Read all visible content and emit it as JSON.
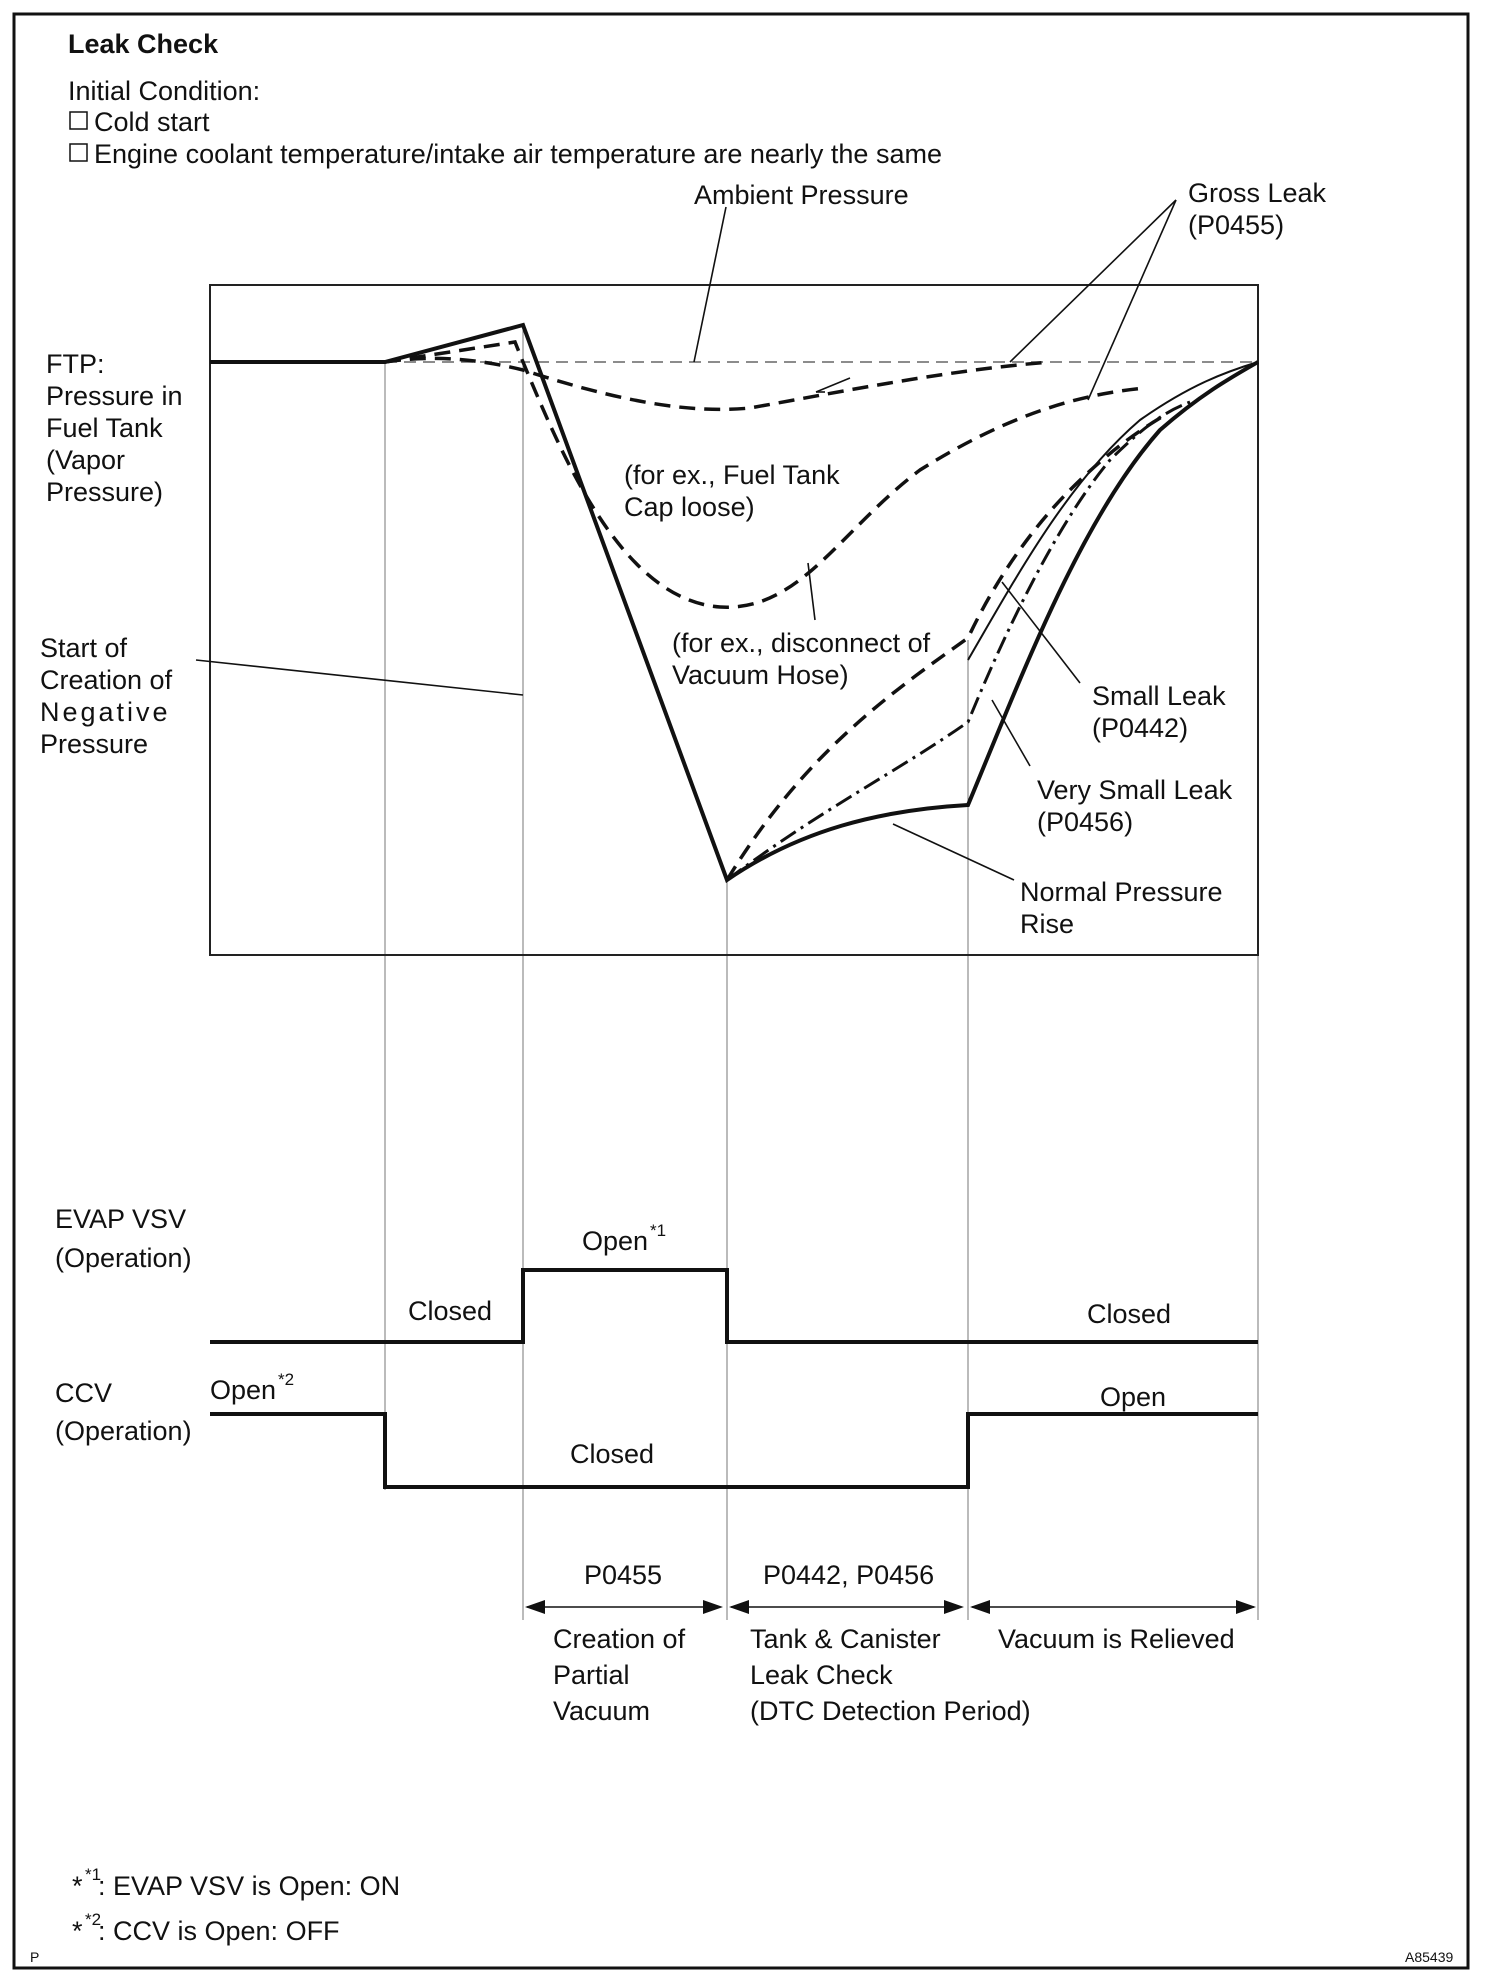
{
  "title": "Leak Check",
  "initial_condition": {
    "heading": "Initial Condition:",
    "items": [
      "Cold start",
      "Engine coolant temperature/intake air temperature are nearly the same"
    ]
  },
  "ftp_label": [
    "FTP:",
    "Pressure  in",
    "Fuel Tank",
    "(Vapor",
    "Pressure)"
  ],
  "callouts": {
    "ambient_pressure": "Ambient Pressure",
    "gross_leak": [
      "Gross Leak",
      "(P0455)"
    ],
    "fuel_tank_cap": [
      "(for ex., Fuel Tank",
      "Cap loose)"
    ],
    "vacuum_hose": [
      "(for ex., disconnect of",
      "Vacuum Hose)"
    ],
    "start_negative": [
      "Start of",
      "Creation of",
      "Negative",
      "Pressure"
    ],
    "small_leak": [
      "Small Leak",
      "(P0442)"
    ],
    "very_small_leak": [
      "Very Small Leak",
      "(P0456)"
    ],
    "normal_rise": [
      "Normal Pressure",
      "Rise"
    ]
  },
  "evap_vsv": {
    "label": [
      "EVAP VSV",
      "(Operation)"
    ],
    "closed_left": "Closed",
    "open": "Open",
    "open_note_mark": "*1",
    "closed_right": "Closed"
  },
  "ccv": {
    "label": [
      "CCV",
      "(Operation)"
    ],
    "open_left": "Open",
    "open_note_mark": "*2",
    "closed": "Closed",
    "open_right": "Open"
  },
  "periods": [
    {
      "dtc": "P0455",
      "desc": [
        "Creation of",
        "Partial",
        "Vacuum"
      ]
    },
    {
      "dtc": "P0442, P0456",
      "desc": [
        "Tank & Canister",
        "Leak Check",
        "(DTC Detection Period)"
      ]
    },
    {
      "dtc": "",
      "desc": [
        "Vacuum is Relieved"
      ]
    }
  ],
  "footnotes": [
    {
      "mark": "*1",
      "text": ": EVAP VSV is Open: ON"
    },
    {
      "mark": "*2",
      "text": ": CCV is Open: OFF"
    }
  ],
  "corner_left": "P",
  "figure_id": "A85439"
}
